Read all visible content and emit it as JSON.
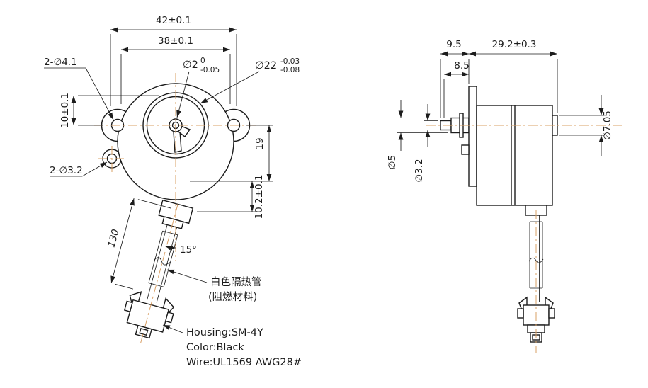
{
  "title": "motor engineering drawing",
  "colors": {
    "line": "#1c1c1c",
    "centerline": "#d9a066",
    "background": "#ffffff"
  },
  "front_view": {
    "dims": {
      "width_42": "42±0.1",
      "width_38": "38±0.1",
      "offset_10": "10±0.1",
      "height_19": "19",
      "height_10_2": "10.2±0.1",
      "wire_length_130": "130",
      "wire_angle": "15°"
    },
    "labels": {
      "mount_holes": "2-∅4.1",
      "small_holes": "2-∅3.2",
      "shaft": {
        "dia": "∅2",
        "tol_upper": "0",
        "tol_lower": "-0.05"
      },
      "boss": {
        "dia": "∅22",
        "tol_upper": "-0.03",
        "tol_lower": "-0.08"
      }
    },
    "notes": {
      "tube_cn": "白色隔热管",
      "tube_cn_2": "(阻燃材料)",
      "housing": "Housing:SM-4Y",
      "color": "Color:Black",
      "wire": "Wire:UL1569 AWG28#"
    }
  },
  "side_view": {
    "dims": {
      "shaft_ext_9_5": "9.5",
      "body_29_2": "29.2±0.3",
      "shoulder_8_5": "8.5",
      "boss_dia": "∅7.05",
      "shaft_dia": "∅5",
      "tip_dia": "∅3.2"
    }
  }
}
